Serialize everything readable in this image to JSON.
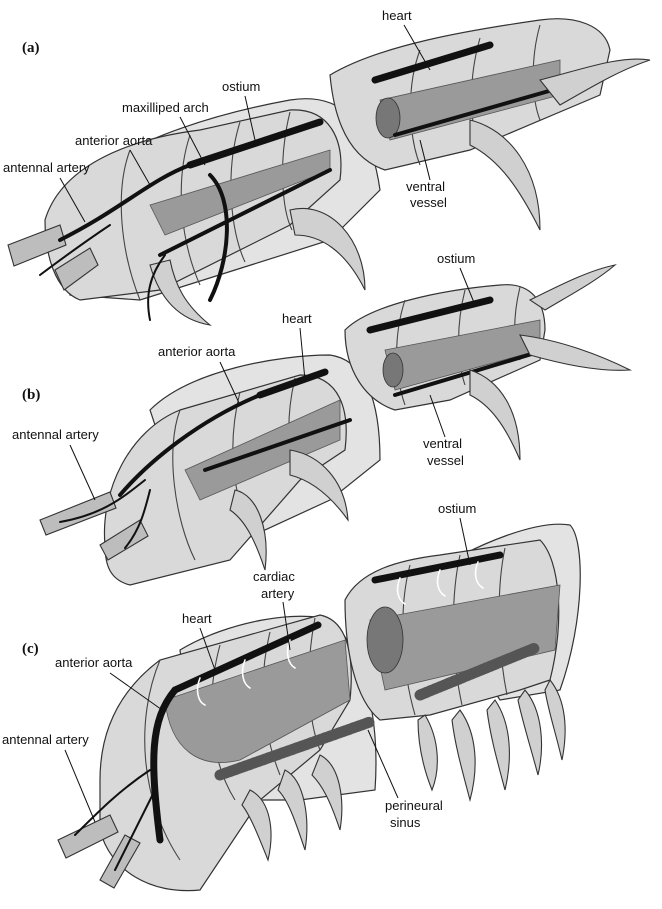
{
  "panels": {
    "a": {
      "panel_label": "(a)",
      "labels": {
        "heart": "heart",
        "ostium": "ostium",
        "maxilliped_arch": "maxilliped arch",
        "anterior_aorta": "anterior aorta",
        "antennal_artery": "antennal artery",
        "ventral_vessel_line1": "ventral",
        "ventral_vessel_line2": "vessel"
      }
    },
    "b": {
      "panel_label": "(b)",
      "labels": {
        "ostium": "ostium",
        "heart": "heart",
        "anterior_aorta": "anterior aorta",
        "antennal_artery": "antennal artery",
        "ventral_vessel_line1": "ventral",
        "ventral_vessel_line2": "vessel"
      }
    },
    "c": {
      "panel_label": "(c)",
      "labels": {
        "ostium": "ostium",
        "cardiac_artery_line1": "cardiac",
        "cardiac_artery_line2": "artery",
        "heart": "heart",
        "anterior_aorta": "anterior aorta",
        "antennal_artery": "antennal artery",
        "perineural_sinus_line1": "perineural",
        "perineural_sinus_line2": "sinus"
      }
    }
  }
}
